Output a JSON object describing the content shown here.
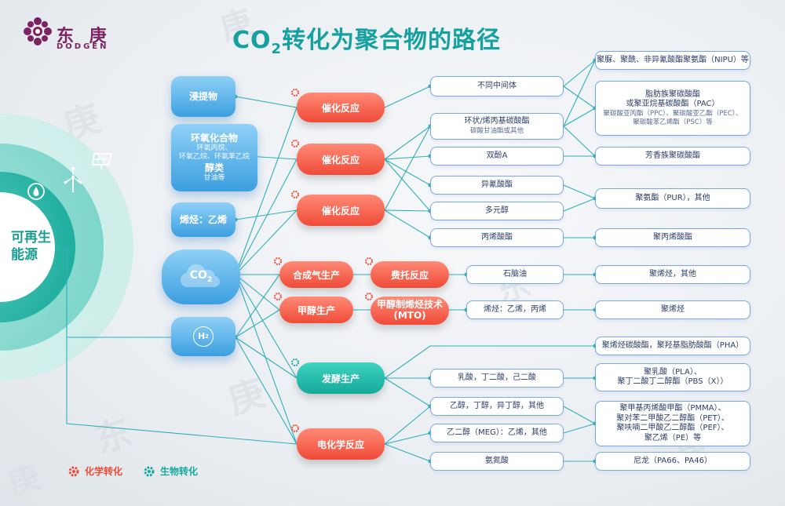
{
  "logo": {
    "cn": "东 庚",
    "en": "DODGEN"
  },
  "title": {
    "prefix": "CO",
    "sub": "2",
    "suffix": "转化为聚合物的路径"
  },
  "renewable": {
    "line1": "可再生",
    "line2": "能源"
  },
  "sources": {
    "extract": "浸提物",
    "epoxide": {
      "title": "环氧化合物",
      "sub1": "环氧丙烷、",
      "sub2": "环氧乙烷、环氧苯乙烷",
      "title2": "醇类",
      "sub3": "甘油等"
    },
    "olefin": "烯烃：乙烯",
    "co2": {
      "main": "CO",
      "sub": "2"
    },
    "h2": {
      "main": "H",
      "sub": "2"
    }
  },
  "processes": {
    "cat1": "催化反应",
    "cat2": "催化反应",
    "cat3": "催化反应",
    "syngas": "合成气生产",
    "ft": "费托反应",
    "methanol": "甲醇生产",
    "mto1": "甲醇制烯烃技术",
    "mto2": "(MTO)",
    "ferment": "发酵生产",
    "electro": "电化学反应"
  },
  "intermediates": {
    "diff": "不同中间体",
    "cyclic": "环状/烯丙基碳酸酯",
    "cyclic_sub": "碳酸甘油酯或其他",
    "bpa": "双酚A",
    "iso": "异氰酸酯",
    "polyol": "多元醇",
    "acrylate": "丙烯酸酯",
    "naphtha": "石脑油",
    "olefins": "烯烃：乙烯，丙烯",
    "lactic": "乳酸，丁二酸，己二酸",
    "ethanol": "乙醇，丁醇，异丁醇，其他",
    "meg": "乙二醇（MEG）：乙烯，其他",
    "amino": "氨氮酸"
  },
  "products": {
    "nipu": "聚脲、聚酰、非异氰酸酯聚氨酯（NIPU）等",
    "pac1": "脂肪族聚碳酸酯",
    "pac2": "或聚亚烷基碳酸酯（PAC）",
    "pac3": "聚碳酸亚丙酯（PPC）、聚碳酸亚乙酯（PEC）、",
    "pac4": "聚碳酸苯乙烯酯（PSC）等",
    "arom": "芳香族聚碳酸酯",
    "pur": "聚氨酯（PUR），其他",
    "pacr": "聚丙烯酸酯",
    "polyolefin1": "聚烯烃，其他",
    "polyolefin2": "聚烯烃",
    "pha": "聚烯烃碳酸酯，聚羟基脂肪酸酯（PHA）",
    "pla1": "聚乳酸（PLA）、",
    "pla2": "聚丁二酸丁二醇酯（PBS（X））",
    "pm1": "聚甲基丙烯酸甲酯（PMMA）、",
    "pm2": "聚对苯二甲酸乙二醇酯（PET）、",
    "pm3": "聚呋喃二甲酸乙二醇酯（PEF）、",
    "pm4": "聚乙烯（PE）等",
    "nylon": "尼龙（PA66、PA46）"
  },
  "legend": {
    "chem": "化学转化",
    "bio": "生物转化"
  },
  "colors": {
    "chem": "#ef4b38",
    "bio": "#14a99a",
    "src": "#3c9fe0",
    "line": "#2fb0b8",
    "box_border": "#7aa9e2",
    "title": "#16a0a0",
    "brand": "#7b2461"
  }
}
